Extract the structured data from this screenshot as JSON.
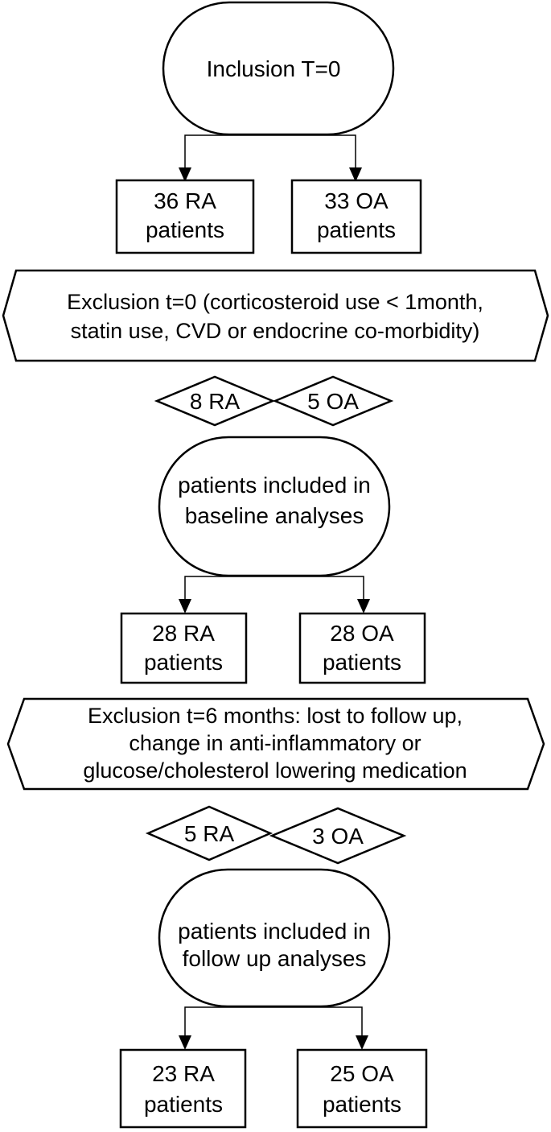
{
  "inclusion": {
    "label": "Inclusion T=0"
  },
  "baseline_split": {
    "ra": [
      "36 RA",
      "patients"
    ],
    "oa": [
      "33 OA",
      "patients"
    ]
  },
  "exclusion_t0": {
    "lines": [
      "Exclusion t=0 (corticosteroid use < 1month,",
      "statin use, CVD or endocrine co-morbidity)"
    ],
    "ra_excluded": "8 RA",
    "oa_excluded": "5 OA"
  },
  "baseline_analyses": {
    "lines": [
      "patients included in",
      "baseline analyses"
    ]
  },
  "baseline_counts": {
    "ra": [
      "28 RA",
      "patients"
    ],
    "oa": [
      "28 OA",
      "patients"
    ]
  },
  "exclusion_t6": {
    "lines": [
      "Exclusion t=6 months: lost to follow up,",
      "change in  anti-inflammatory or",
      "glucose/cholesterol lowering medication"
    ],
    "ra_excluded": "5 RA",
    "oa_excluded": "3 OA"
  },
  "followup_analyses": {
    "lines": [
      "patients included in",
      "follow up analyses"
    ]
  },
  "followup_counts": {
    "ra": [
      "23 RA",
      "patients"
    ],
    "oa": [
      "25 OA",
      "patients"
    ]
  }
}
